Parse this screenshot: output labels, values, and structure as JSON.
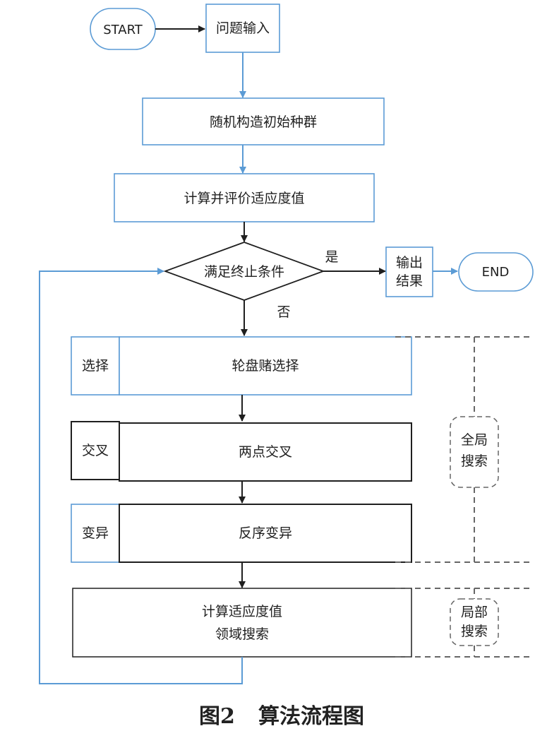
{
  "nodes": {
    "start": "START",
    "input": "问题输入",
    "init": "随机构造初始种群",
    "fitness": "计算并评价适应度值",
    "decision": "满足终止条件",
    "output_line1": "输出",
    "output_line2": "结果",
    "end": "END",
    "select_tag": "选择",
    "select_main": "轮盘赌选择",
    "cross_tag": "交叉",
    "cross_main": "两点交叉",
    "mutate_tag": "变异",
    "mutate_main": "反序变异",
    "local_line1": "计算适应度值",
    "local_line2": "领域搜索"
  },
  "edges": {
    "yes": "是",
    "no": "否"
  },
  "groups": {
    "global_line1": "全局",
    "global_line2": "搜索",
    "local_line1": "局部",
    "local_line2": "搜索"
  },
  "caption": {
    "figure_no": "图2",
    "title": "算法流程图"
  },
  "colors": {
    "blue": "#5b9bd5",
    "dark": "#1f1f1f",
    "grey": "#666666"
  }
}
